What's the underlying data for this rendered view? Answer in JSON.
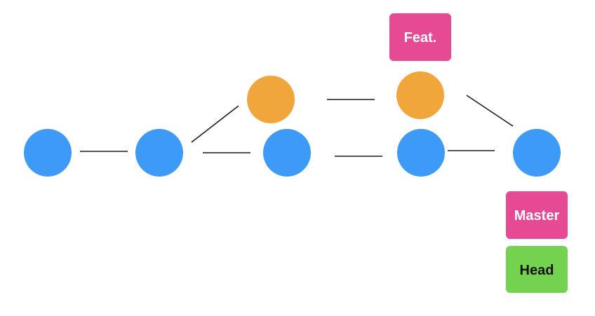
{
  "colors": {
    "main_commit": "#3d9bf7",
    "feature_commit": "#f1a63b",
    "branch_label": "#e64a95",
    "head_label": "#74d24e",
    "edge": "#1a1a1a",
    "branch_label_text": "#ffffff",
    "head_label_text": "#111111"
  },
  "commits": [
    {
      "id": "c1",
      "branch": "main"
    },
    {
      "id": "c2",
      "branch": "main"
    },
    {
      "id": "f1",
      "branch": "feature"
    },
    {
      "id": "c3",
      "branch": "main"
    },
    {
      "id": "f2",
      "branch": "feature"
    },
    {
      "id": "c4",
      "branch": "main"
    },
    {
      "id": "c5",
      "branch": "main"
    }
  ],
  "edges": [
    [
      "c1",
      "c2"
    ],
    [
      "c2",
      "f1"
    ],
    [
      "c2",
      "c3"
    ],
    [
      "f1",
      "f2"
    ],
    [
      "c3",
      "c4"
    ],
    [
      "f2",
      "c5"
    ],
    [
      "c4",
      "c5"
    ]
  ],
  "labels": {
    "feature_branch": "Feat.",
    "master_branch": "Master",
    "head": "Head"
  }
}
